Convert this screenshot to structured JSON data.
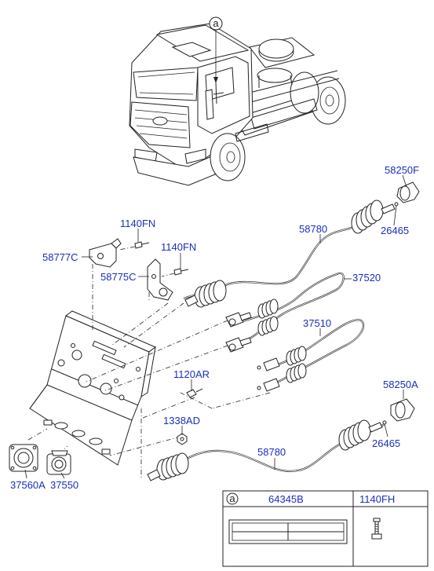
{
  "callout_a": "a",
  "labels": {
    "p58250F": "58250F",
    "p26465_top": "26465",
    "p58780_top": "58780",
    "p1140FN_1": "1140FN",
    "p58777C": "58777C",
    "p1140FN_2": "1140FN",
    "p58775C": "58775C",
    "p37520": "37520",
    "p37510": "37510",
    "p1120AR": "1120AR",
    "p58250A": "58250A",
    "p1338AD": "1338AD",
    "p26465_bottom": "26465",
    "p58780_bottom": "58780",
    "p37560A": "37560A",
    "p37550": "37550"
  },
  "table": {
    "callout": "a",
    "col1": "64345B",
    "col2": "1140FH"
  },
  "colors": {
    "label": "#1a2fbf",
    "line": "#222222"
  }
}
